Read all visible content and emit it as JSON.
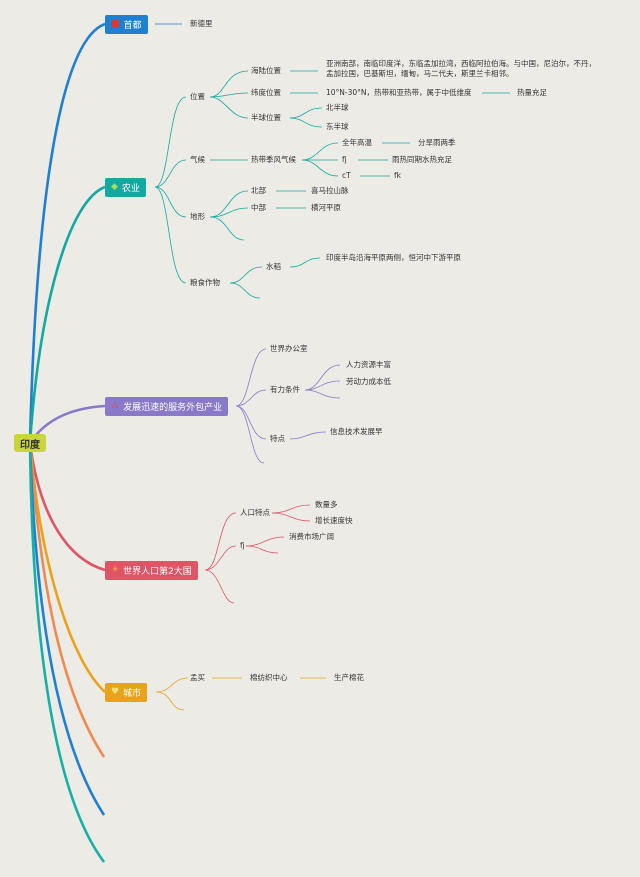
{
  "colors": {
    "background": "#ecebe5",
    "root": "#c8d63a",
    "capital": "#1f7fd0",
    "agriculture": "#14a8a0",
    "service": "#8a78c8",
    "population": "#e05566",
    "city": "#e8a31a",
    "extra_orange": "#f08a50",
    "extra_blue": "#1f7fd0",
    "extra_teal": "#17b0a6"
  },
  "root": {
    "label": "印度"
  },
  "capital": {
    "label": "首都",
    "icon": "red-square-icon",
    "children": [
      {
        "label": "新德里"
      }
    ]
  },
  "agriculture": {
    "label": "农业",
    "icon": "gem-icon",
    "location": {
      "label": "位置",
      "sea_land": {
        "label": "海陆位置",
        "text": "亚洲南部，南临印度洋，东临孟加拉湾，西临阿拉伯海。与中国，尼泊尔，不丹，孟加拉国，巴基斯坦，缅甸，马二代夫，斯里兰卡相邻。"
      },
      "latitude": {
        "label": "纬度位置",
        "text": "10°N-30°N，热带和亚热带，属于中低维度",
        "result": "热量充足"
      },
      "hemisphere": {
        "label": "半球位置",
        "items": [
          "北半球",
          "东半球"
        ]
      }
    },
    "climate": {
      "label": "气候",
      "type": "热带季风气候",
      "items": [
        {
          "label": "全年高温",
          "detail": "分旱雨两季"
        },
        {
          "label": "fj",
          "detail": "雨热同期水热充足"
        },
        {
          "label": "cT",
          "detail": "fk"
        }
      ]
    },
    "terrain": {
      "label": "地形",
      "items": [
        {
          "label": "北部",
          "detail": "喜马拉山脉"
        },
        {
          "label": "中部",
          "detail": "横河平原"
        }
      ]
    },
    "crops": {
      "label": "粮食作物",
      "rice": {
        "label": "水稻",
        "detail": "印度半岛沿海平原两侧，恒河中下游平原"
      }
    }
  },
  "service": {
    "label": "发展迅速的服务外包产业",
    "icon": "fire-icon",
    "office": {
      "label": "世界办公室"
    },
    "conditions": {
      "label": "有力条件",
      "items": [
        "人力资源丰富",
        "劳动力成本低"
      ]
    },
    "features": {
      "label": "特点",
      "items": [
        "信息技术发展早"
      ]
    }
  },
  "population": {
    "label": "世界人口第2大国",
    "icon": "sun-icon",
    "traits": {
      "label": "人口特点",
      "items": [
        "数量多",
        "增长速度快"
      ]
    },
    "fj": {
      "label": "fj",
      "items": [
        "消费市场广阔"
      ]
    }
  },
  "city": {
    "label": "城市",
    "icon": "heart-icon",
    "mumbai": {
      "label": "孟买",
      "center": "棉纺织中心",
      "detail": "生产棉花"
    }
  }
}
